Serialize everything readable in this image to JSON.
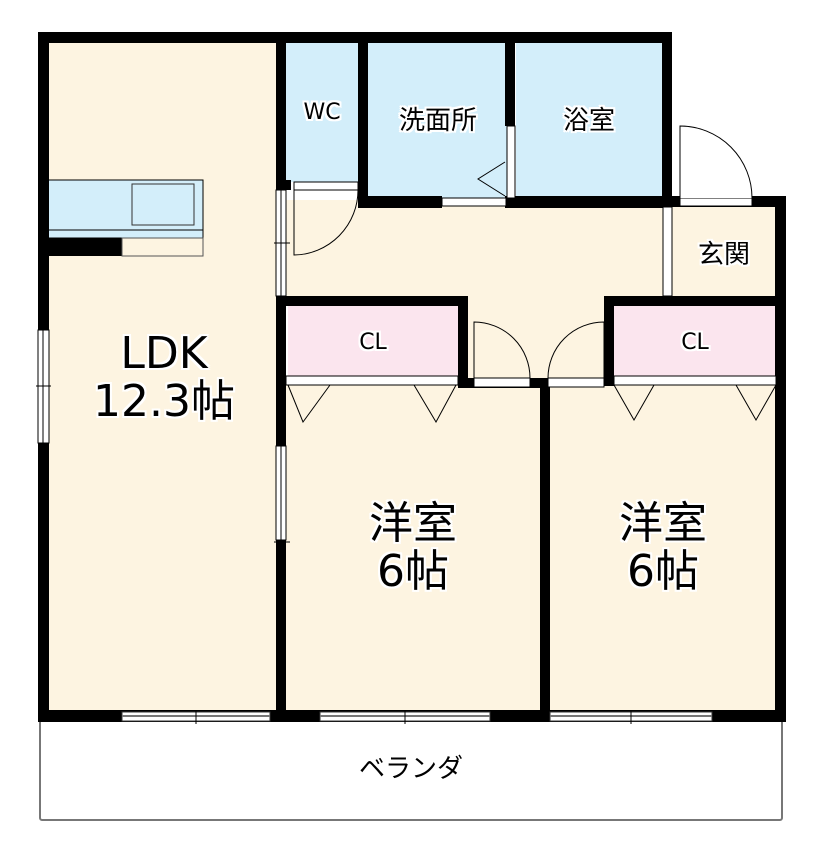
{
  "floorplan": {
    "colors": {
      "floor": "#fdf4e1",
      "wet_area": "#d3eefa",
      "closet": "#fbe5ee",
      "wall": "#000000",
      "veranda": "#ffffff"
    },
    "rooms": {
      "ldk": {
        "name": "LDK",
        "size": "12.3帖"
      },
      "wc": {
        "name": "WC"
      },
      "washroom": {
        "name": "洗面所"
      },
      "bath": {
        "name": "浴室"
      },
      "entrance": {
        "name": "玄関"
      },
      "closet_left": {
        "name": "CL"
      },
      "closet_right": {
        "name": "CL"
      },
      "western_left": {
        "name": "洋室",
        "size": "6帖"
      },
      "western_right": {
        "name": "洋室",
        "size": "6帖"
      },
      "veranda": {
        "name": "ベランダ"
      }
    }
  }
}
